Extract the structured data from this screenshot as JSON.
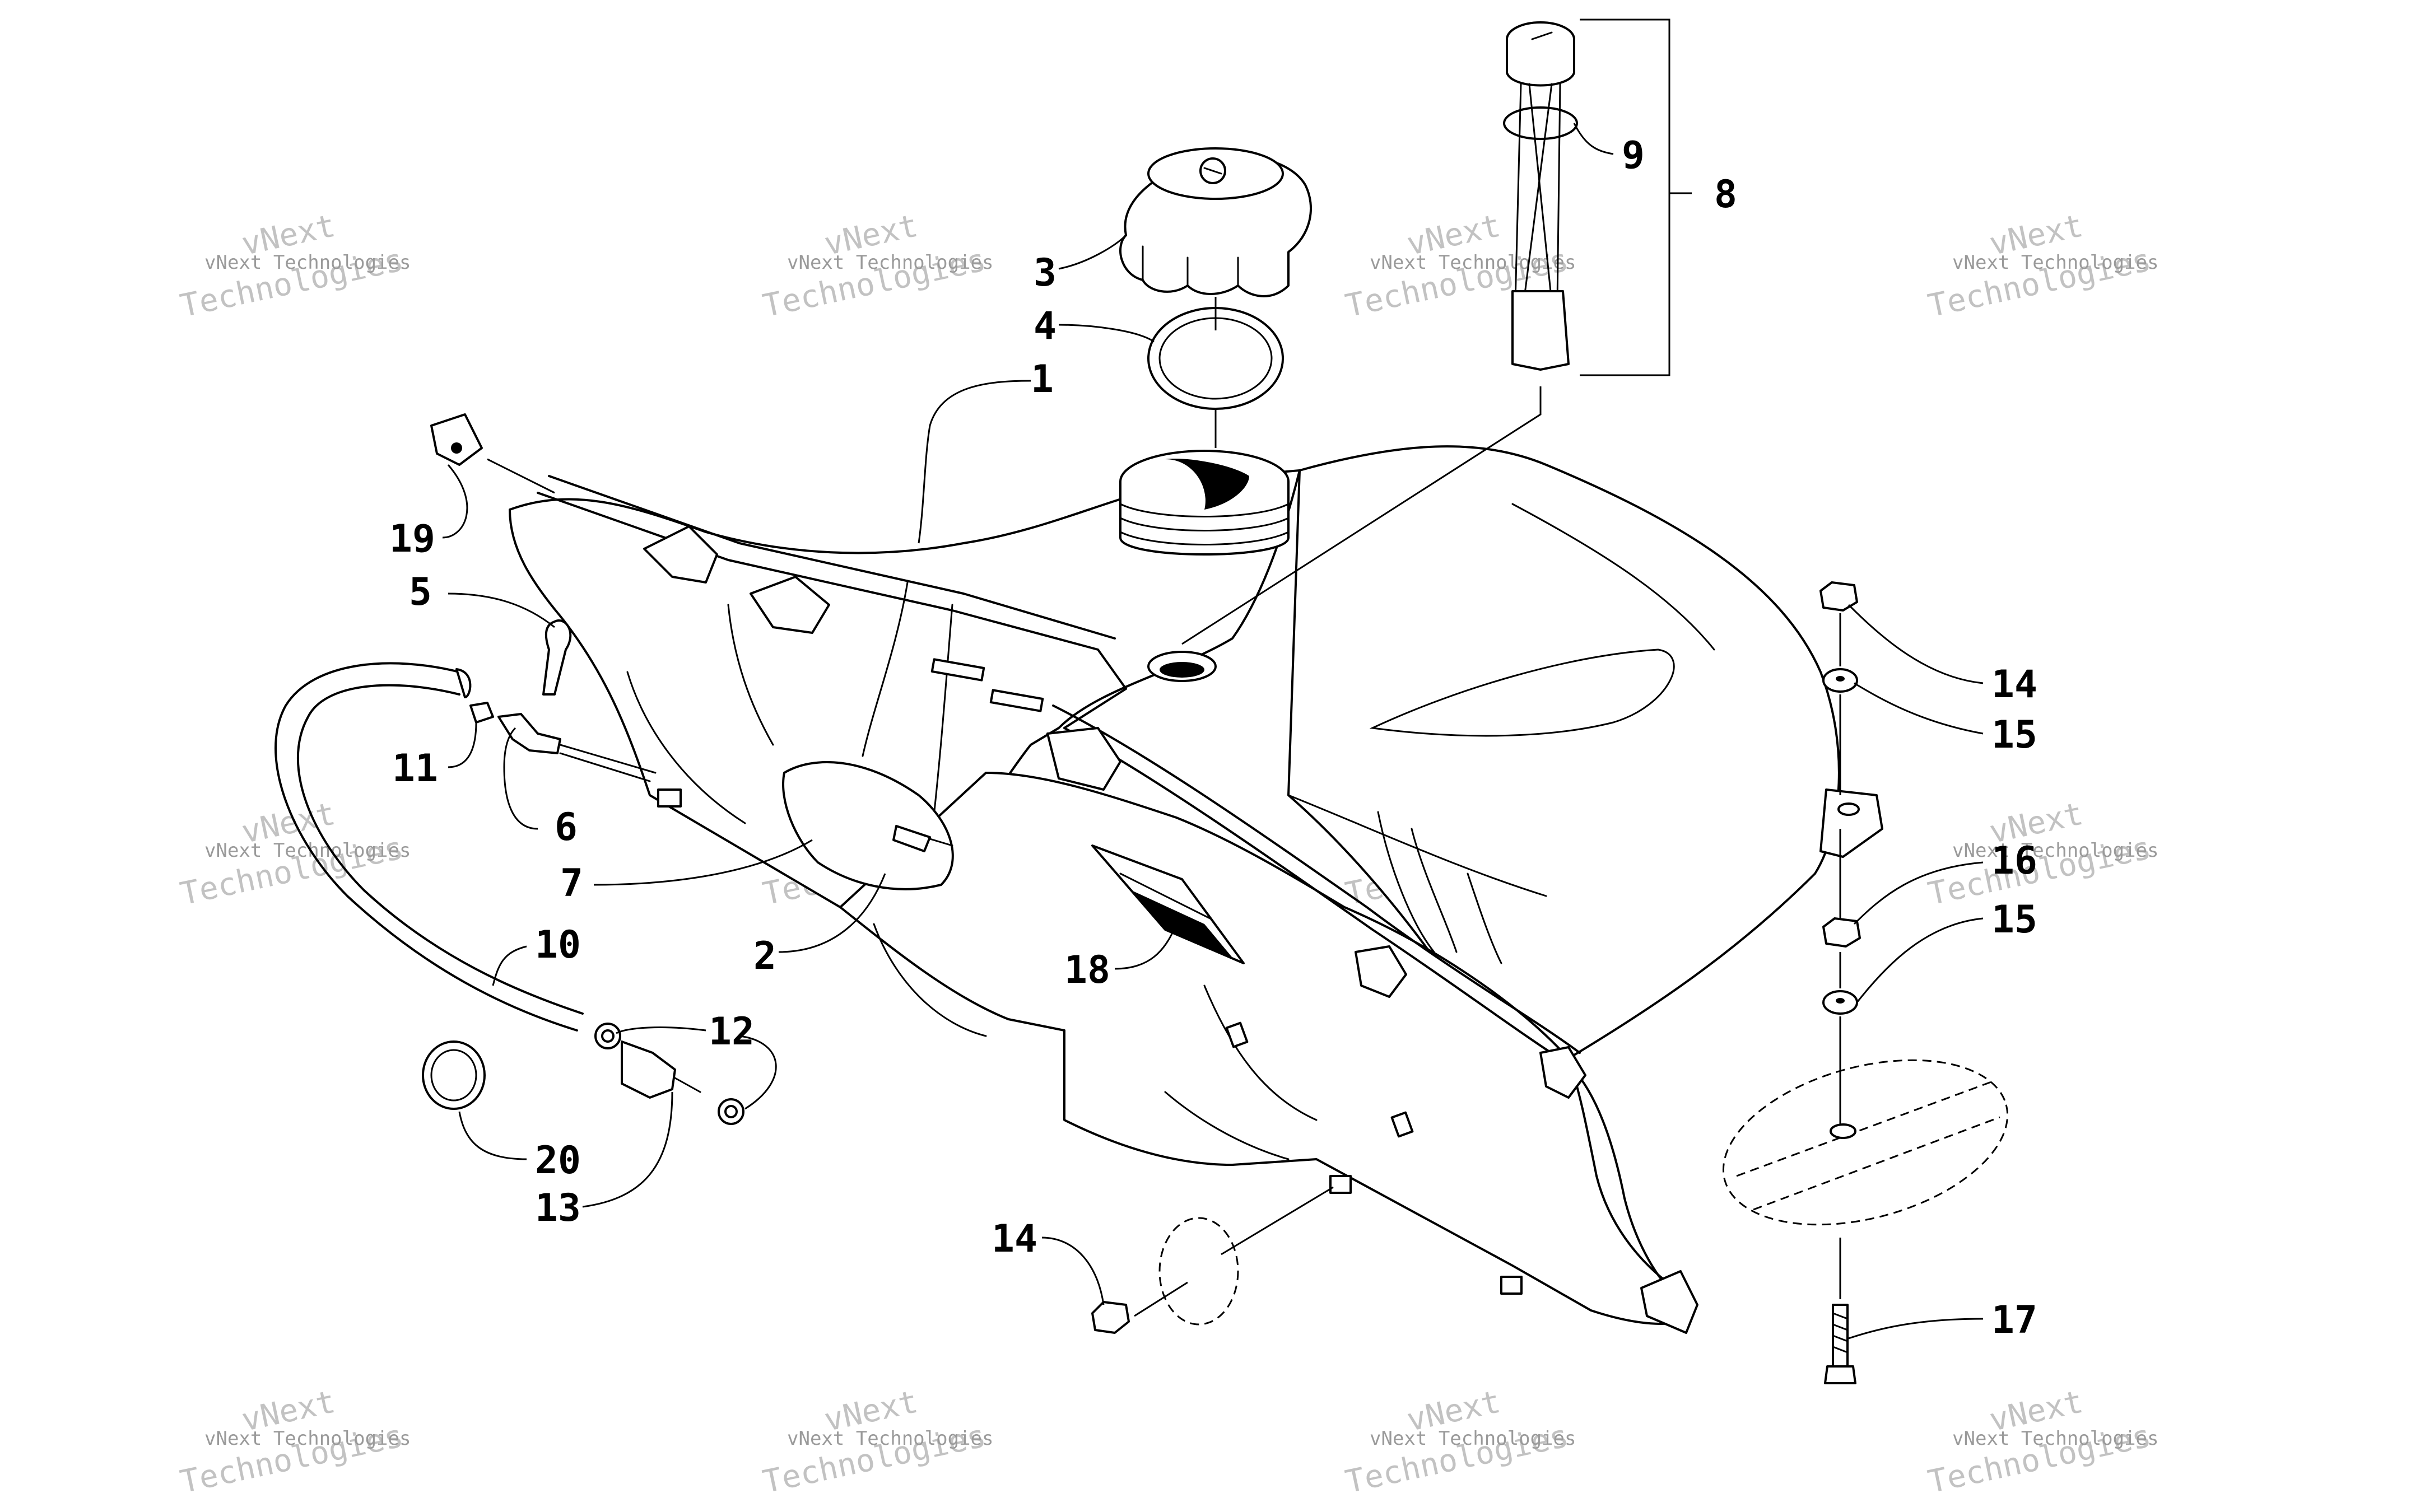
{
  "watermark": {
    "line1": "vNext Technologies",
    "line2": "vNext",
    "line3": "Technologies"
  },
  "callouts": {
    "c1": "1",
    "c2": "2",
    "c3": "3",
    "c4": "4",
    "c5": "5",
    "c6": "6",
    "c7": "7",
    "c8": "8",
    "c9": "9",
    "c10": "10",
    "c11": "11",
    "c12": "12",
    "c13": "13",
    "c14a": "14",
    "c14b": "14",
    "c15a": "15",
    "c15b": "15",
    "c16": "16",
    "c17": "17",
    "c18": "18",
    "c19": "19",
    "c20": "20"
  },
  "icons": {
    "fuel_tank": "fuel-tank-icon",
    "gas_cap": "gas-cap-icon",
    "fuel_gauge": "fuel-gauge-sender-icon",
    "hose": "fuel-hose-icon",
    "filter": "fuel-filter-icon"
  }
}
